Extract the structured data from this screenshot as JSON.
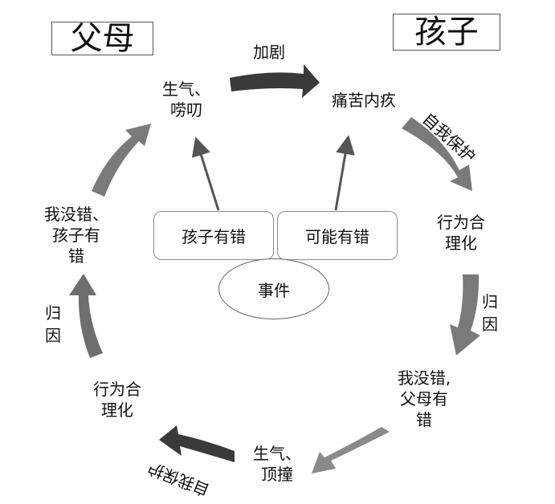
{
  "titles": {
    "parent": "父母",
    "child": "孩子"
  },
  "edge_labels": {
    "intensify": "加剧",
    "self_protect_top": "自我保护",
    "attribution_right": "归因",
    "self_protect_bottom": "自我保护",
    "attribution_left": "归因"
  },
  "nodes": {
    "parent_angry": "生气、\n唠叨",
    "child_pain": "痛苦内疚",
    "child_rationalize": "行为合\n理化",
    "child_blame": "我没错,\n父母有\n错",
    "child_angry": "生气、\n顶撞",
    "parent_rationalize": "行为合\n理化",
    "parent_blame": "我没错、\n孩子有\n错"
  },
  "center": {
    "child_fault": "孩子有错",
    "possible_fault": "可能有错",
    "event": "事件"
  },
  "colors": {
    "dark_arrow": "#3a3a3a",
    "mid_arrow": "#7a7a7a",
    "thin_arrow": "#555555",
    "box_border": "#8a8a8a"
  }
}
